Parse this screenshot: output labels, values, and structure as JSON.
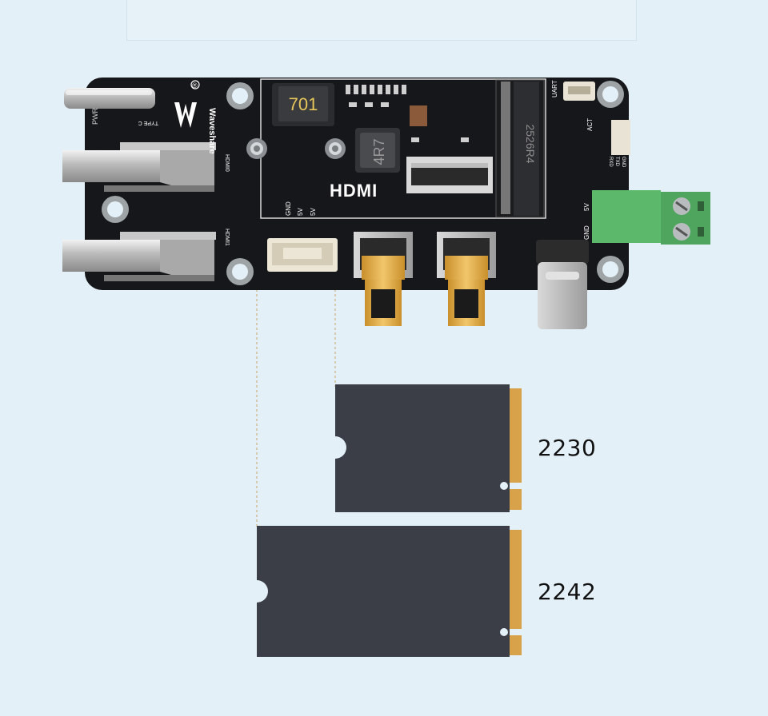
{
  "board": {
    "brand": "Waveshare",
    "registered": "®",
    "inductor_large": "701",
    "inductor_small": "4R7",
    "hdmi_logo": "HDMI",
    "m2_slot_marking": "2526R4",
    "silk": {
      "type_c": "TYPE C",
      "pwr": "PWR",
      "hdmi0": "HDMI0",
      "hdmi1": "HDMI1",
      "gnd": "GND",
      "v5a": "5V",
      "v5b": "5V",
      "uart": "UART",
      "act": "ACT",
      "gnd_uart": "GND",
      "txd": "TXD",
      "rxd": "RXD",
      "v5_terminal": "5V",
      "gnd_terminal": "GND"
    }
  },
  "ssd_sizes": [
    {
      "label": "2230"
    },
    {
      "label": "2242"
    }
  ],
  "colors": {
    "background": "#e4f0f7",
    "pcb": "#16171a",
    "ssd": "#3b3e47",
    "gold": "#d8a24a",
    "terminal_green": "#5cb86a",
    "dashed_line": "#c9a46a"
  }
}
